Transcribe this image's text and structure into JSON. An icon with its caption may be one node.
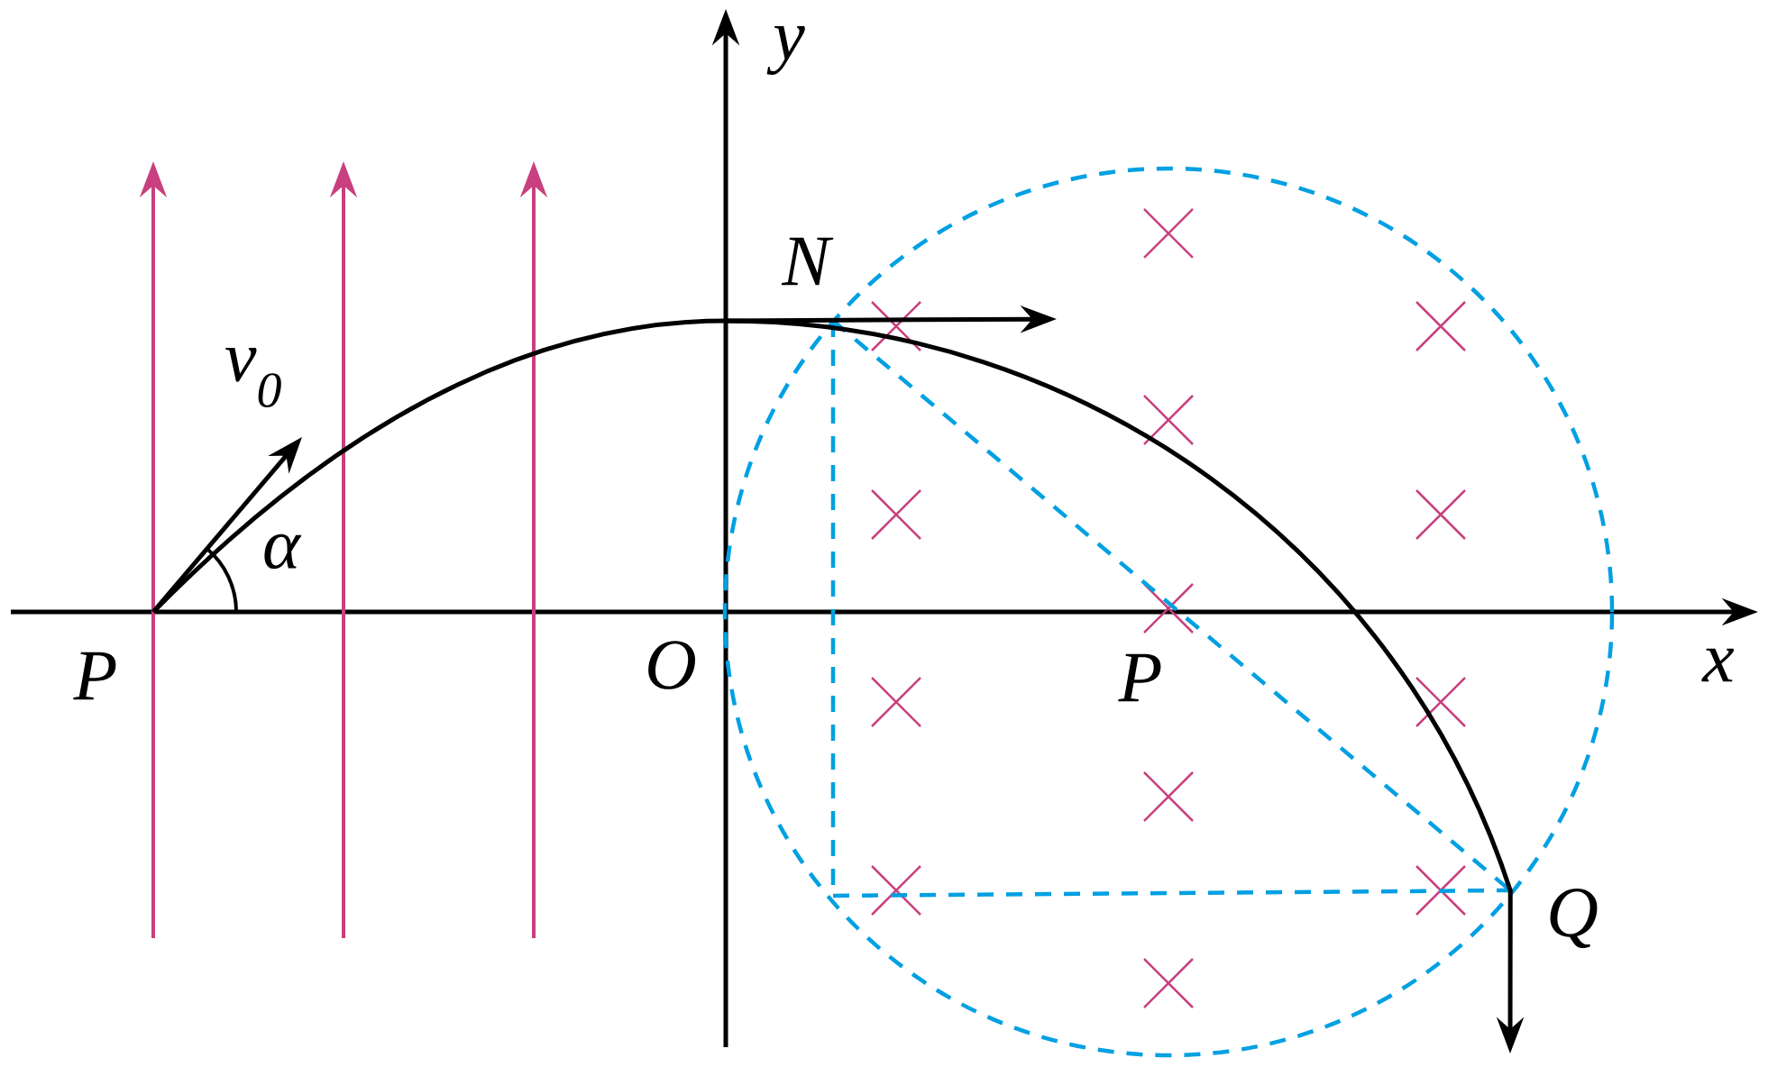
{
  "diagram": {
    "labels": [
      "y",
      "N",
      "*v*$_{0}$",
      "α",
      "P",
      "O",
      "P",
      "x",
      "Q"
    ]
  }
}
